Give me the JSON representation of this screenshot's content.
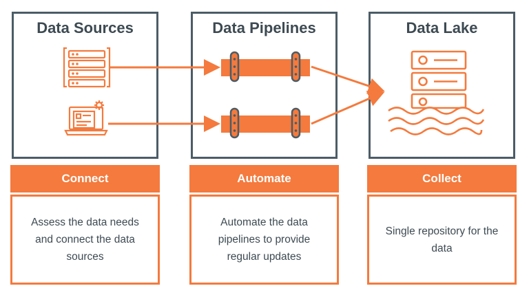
{
  "columns": [
    {
      "title": "Data Sources",
      "label": "Connect",
      "description": "Assess the data needs\nand connect the data\nsources"
    },
    {
      "title": "Data Pipelines",
      "label": "Automate",
      "description": "Automate the data\npipelines to provide\nregular updates"
    },
    {
      "title": "Data Lake",
      "label": "Collect",
      "description": "Single repository for the\ndata"
    }
  ],
  "colors": {
    "accent": "#f47a3d",
    "border": "#4b5c66",
    "text": "#3d4a52"
  }
}
